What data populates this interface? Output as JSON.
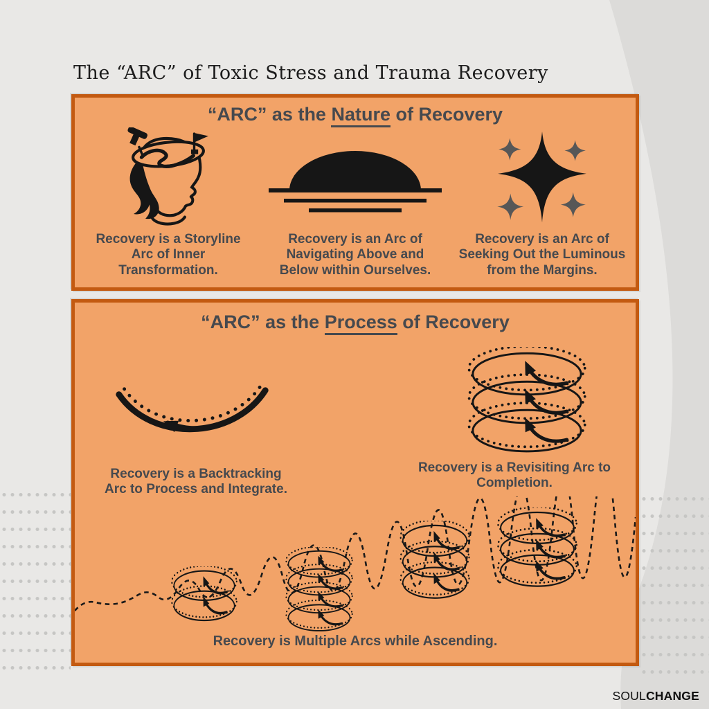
{
  "page": {
    "title": "The “ARC” of Toxic Stress and Trauma Recovery",
    "brand": {
      "part1": "SOUL",
      "part2": "CHANGE"
    }
  },
  "colors": {
    "background": "#e9e8e6",
    "swoosh": "#dcdbd9",
    "panel_fill": "#f2a368",
    "panel_border": "#c35a11",
    "heading_text": "#46494e",
    "icon_black": "#161616",
    "star_gray": "#575757"
  },
  "nature_panel": {
    "heading": {
      "prefix": "“ARC” as the ",
      "underlined": "Nature",
      "suffix": " of Recovery"
    },
    "items": [
      {
        "icon": "storyline-head-icon",
        "caption": "Recovery is a Storyline Arc of Inner Transformation."
      },
      {
        "icon": "horizon-arc-icon",
        "caption": "Recovery is an Arc of Navigating Above and Below within Ourselves."
      },
      {
        "icon": "luminous-sparkles-icon",
        "caption": "Recovery is an Arc of Seeking Out the Luminous from the Margins."
      }
    ]
  },
  "process_panel": {
    "heading": {
      "prefix": "“ARC” as the ",
      "underlined": "Process",
      "suffix": " of Recovery"
    },
    "items": [
      {
        "icon": "backtracking-arc-icon",
        "caption": "Recovery is a Backtracking Arc to Process and Integrate."
      },
      {
        "icon": "revisiting-coil-icon",
        "caption": "Recovery is a Revisiting Arc to Completion."
      },
      {
        "icon": "ascending-coils-icon",
        "caption": "Recovery is Multiple Arcs while Ascending."
      }
    ]
  }
}
